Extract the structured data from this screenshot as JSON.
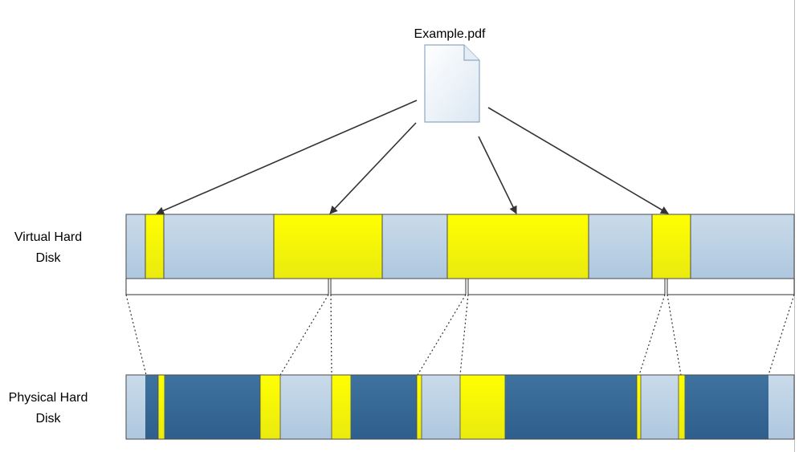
{
  "file": {
    "name": "Example.pdf",
    "icon": "document-icon"
  },
  "virtual_disk": {
    "label_line1": "Virtual Hard",
    "label_line2": "Disk"
  },
  "physical_disk": {
    "label_line1": "Physical Hard",
    "label_line2": "Disk"
  },
  "colors": {
    "light_block": "#b9cfe4",
    "dark_block": "#3a6a98",
    "file_block": "#ffff00",
    "outline": "#4a4a4a",
    "arrow": "#333333"
  }
}
